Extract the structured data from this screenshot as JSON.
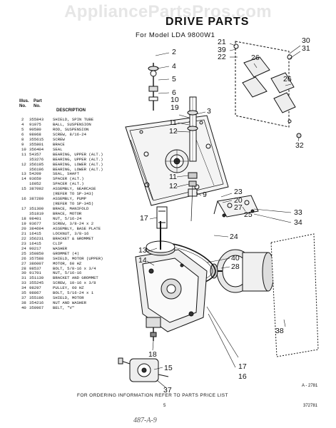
{
  "watermark": "AppliancePartsPros.com",
  "title": "DRIVE PARTS",
  "subtitle": "For Model LDA 9800W1",
  "table": {
    "headers": {
      "ill_no": "Illus.\nNo.",
      "part_no": "Part\nNo.",
      "description": "DESCRIPTION"
    },
    "rows": [
      {
        "ill": "2",
        "part": "355843",
        "desc": "SHIELD, SPIN TUBE"
      },
      {
        "ill": "4",
        "part": "91075",
        "desc": "BALL, SUSPENSION"
      },
      {
        "ill": "5",
        "part": "90580",
        "desc": "ROD, SUSPENSION"
      },
      {
        "ill": "6",
        "part": "98068",
        "desc": "SCREW, 8/16-24"
      },
      {
        "ill": "8",
        "part": "355615",
        "desc": "SCREW"
      },
      {
        "ill": "9",
        "part": "355801",
        "desc": "BRACE"
      },
      {
        "ill": "10",
        "part": "356404",
        "desc": "SEAL"
      },
      {
        "ill": "11",
        "part": "54357",
        "desc": "BEARING, UPPER (ALT.)"
      },
      {
        "ill": "",
        "part": "353276",
        "desc": "BEARING, UPPER (ALT.)"
      },
      {
        "ill": "12",
        "part": "356195",
        "desc": "BEARING, LOWER (ALT.)"
      },
      {
        "ill": "",
        "part": "356196",
        "desc": "BEARING, LOWER (ALT.)"
      },
      {
        "ill": "13",
        "part": "54209",
        "desc": "SEAL, SHAFT"
      },
      {
        "ill": "14",
        "part": "93659",
        "desc": "SPACER (ALT.)"
      },
      {
        "ill": "",
        "part": "16052",
        "desc": "SPACER (ALT.)"
      },
      {
        "ill": "15",
        "part": "387092",
        "desc": "ASSEMBLY, GEARCASE"
      },
      {
        "ill": "",
        "part": "",
        "desc": "(REFER TO SP-343)"
      },
      {
        "ill": "16",
        "part": "387280",
        "desc": "ASSEMBLY, PUMP"
      },
      {
        "ill": "",
        "part": "",
        "desc": "(REFER TO SP-345)"
      },
      {
        "ill": "17",
        "part": "351300",
        "desc": "BRACE, MANIFOLD"
      },
      {
        "ill": "",
        "part": "351819",
        "desc": "BRACE, MOTOR"
      },
      {
        "ill": "18",
        "part": "98401",
        "desc": "NUT, 5/16-24"
      },
      {
        "ill": "19",
        "part": "93677",
        "desc": "SCREW, 3/8-24 x 2"
      },
      {
        "ill": "20",
        "part": "384694",
        "desc": "ASSEMBLY, BASE PLATE"
      },
      {
        "ill": "21",
        "part": "16415",
        "desc": "LOCKNUT, 3/8-16"
      },
      {
        "ill": "22",
        "part": "356231",
        "desc": "BRACKET & GROMMET"
      },
      {
        "ill": "23",
        "part": "16415",
        "desc": "CLIP"
      },
      {
        "ill": "24",
        "part": "90217",
        "desc": "WASHER"
      },
      {
        "ill": "25",
        "part": "350850",
        "desc": "GROMMET (4)"
      },
      {
        "ill": "26",
        "part": "357588",
        "desc": "SHIELD, MOTOR (UPPER)"
      },
      {
        "ill": "27",
        "part": "386007",
        "desc": "MOTOR, 60 HZ"
      },
      {
        "ill": "28",
        "part": "98537",
        "desc": "BOLT, 5/8-16 x 3/4"
      },
      {
        "ill": "30",
        "part": "91701",
        "desc": "NUT, 5/16-16"
      },
      {
        "ill": "31",
        "part": "351130",
        "desc": "BRACKET AND GROMMET"
      },
      {
        "ill": "33",
        "part": "355245",
        "desc": "SCREW, 10-16 x 3/8"
      },
      {
        "ill": "34",
        "part": "98297",
        "desc": "PULLEY, 60 HZ"
      },
      {
        "ill": "35",
        "part": "98867",
        "desc": "BOLT, 5/16-24 x 1"
      },
      {
        "ill": "37",
        "part": "355196",
        "desc": "SHIELD, MOTOR"
      },
      {
        "ill": "38",
        "part": "354216",
        "desc": "NUT AND WASHER"
      },
      {
        "ill": "40",
        "part": "350967",
        "desc": "BELT, \"V\""
      }
    ]
  },
  "callouts": [
    {
      "id": "2",
      "label": "2"
    },
    {
      "id": "4",
      "label": "4"
    },
    {
      "id": "5",
      "label": "5"
    },
    {
      "id": "6",
      "label": "6"
    },
    {
      "id": "3",
      "label": "3"
    },
    {
      "id": "10",
      "label": "10"
    },
    {
      "id": "19",
      "label": "19"
    },
    {
      "id": "11a",
      "label": "11"
    },
    {
      "id": "12a",
      "label": "12"
    },
    {
      "id": "11b",
      "label": "11"
    },
    {
      "id": "12b",
      "label": "12"
    },
    {
      "id": "9",
      "label": "9"
    },
    {
      "id": "17a",
      "label": "17"
    },
    {
      "id": "13",
      "label": "13"
    },
    {
      "id": "14",
      "label": "14"
    },
    {
      "id": "18",
      "label": "18"
    },
    {
      "id": "15",
      "label": "15"
    },
    {
      "id": "37",
      "label": "37"
    },
    {
      "id": "17b",
      "label": "17"
    },
    {
      "id": "16",
      "label": "16"
    },
    {
      "id": "21",
      "label": "21"
    },
    {
      "id": "39",
      "label": "39"
    },
    {
      "id": "22",
      "label": "22"
    },
    {
      "id": "30",
      "label": "30"
    },
    {
      "id": "31",
      "label": "31"
    },
    {
      "id": "26a",
      "label": "26"
    },
    {
      "id": "26b",
      "label": "26"
    },
    {
      "id": "32",
      "label": "32"
    },
    {
      "id": "23",
      "label": "23"
    },
    {
      "id": "20",
      "label": "20"
    },
    {
      "id": "27",
      "label": "27"
    },
    {
      "id": "25",
      "label": "25"
    },
    {
      "id": "33",
      "label": "33"
    },
    {
      "id": "34",
      "label": "34"
    },
    {
      "id": "24",
      "label": "24"
    },
    {
      "id": "40",
      "label": "40"
    },
    {
      "id": "28",
      "label": "28"
    },
    {
      "id": "38",
      "label": "38"
    }
  ],
  "footer": "FOR ORDERING INFORMATION REFER TO PARTS PRICE LIST",
  "ref_number": "A - 2781",
  "page_number": "5",
  "doc_number": "372781",
  "handwritten_note": "487-A-9"
}
